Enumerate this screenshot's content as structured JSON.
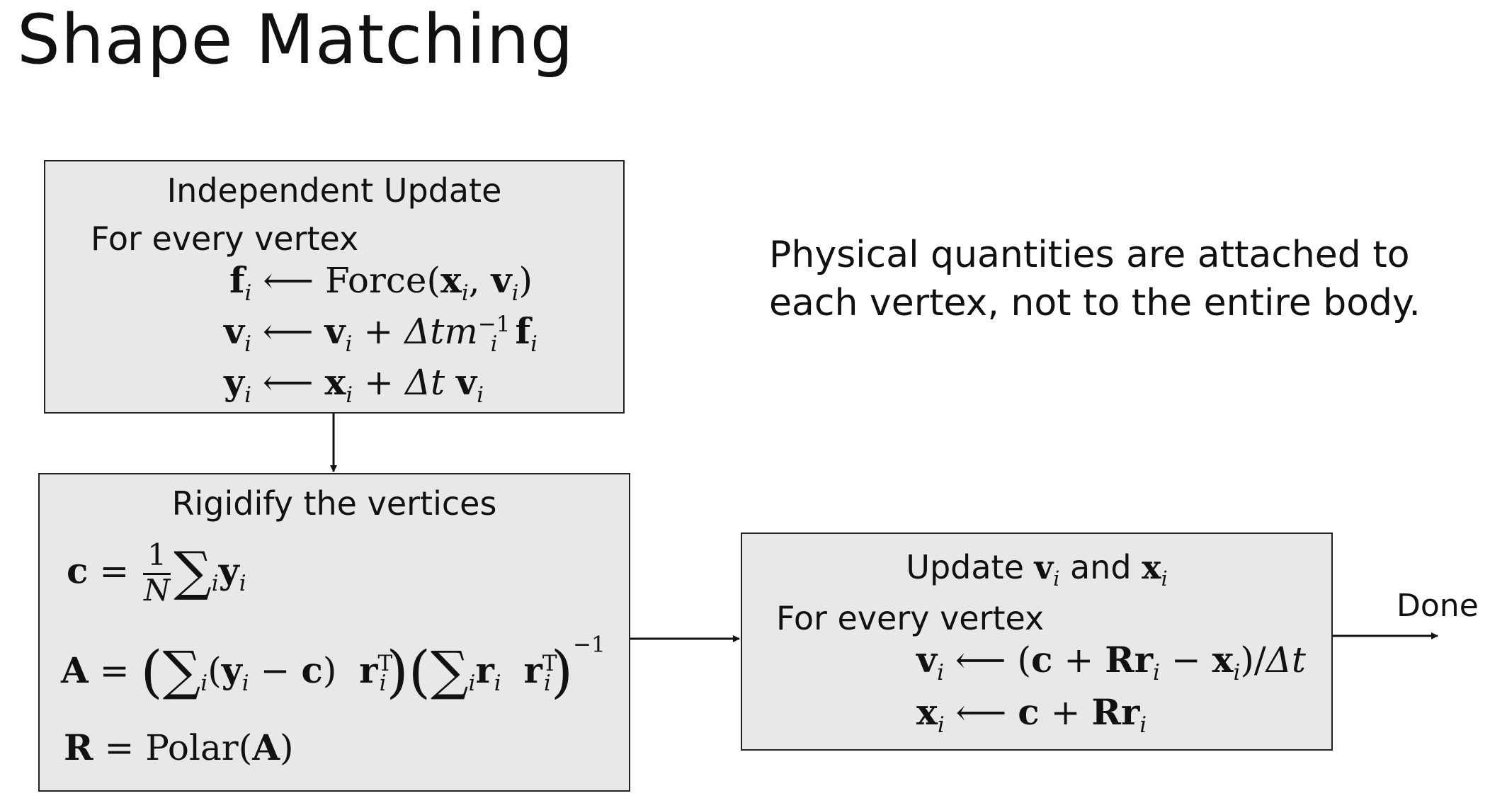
{
  "title": "Shape Matching",
  "note": "Physical quantities are attached to each vertex, not to the entire body.",
  "done_label": "Done",
  "boxes": {
    "independent": {
      "heading": "Independent Update",
      "subheading": "For every vertex",
      "eq1": {
        "lhs": "f",
        "sub": "i",
        "op": "⟵",
        "fn": "Force(",
        "a": "x",
        "a_sub": "i",
        "b": "v",
        "b_sub": "i",
        "close": ")"
      },
      "eq2": {
        "lhs": "v",
        "sub": "i",
        "op": "⟵",
        "t1": "v",
        "t1_sub": "i",
        "plus": "+",
        "dt": "Δt",
        "m": "m",
        "m_sub": "i",
        "m_sup": "−1",
        "f": "f",
        "f_sub": "i"
      },
      "eq3": {
        "lhs": "y",
        "sub": "i",
        "op": "⟵",
        "t1": "x",
        "t1_sub": "i",
        "plus": "+",
        "dt": "Δt",
        "t2": "v",
        "t2_sub": "i"
      }
    },
    "rigidify": {
      "heading": "Rigidify the vertices",
      "eq1": {
        "lhs": "c",
        "eq": "=",
        "num": "1",
        "den": "N",
        "sigma": "∑",
        "sigma_sub": "i",
        "term": "y",
        "term_sub": "i"
      },
      "eq2": {
        "lhs": "A",
        "eq": "=",
        "sigma": "∑",
        "sigma_sub": "i",
        "y": "y",
        "y_sub": "i",
        "minus": "−",
        "c": "c",
        "r": "r",
        "r_sub": "i",
        "r_sup": "T",
        "inv": "−1"
      },
      "eq3": {
        "lhs": "R",
        "eq": "=",
        "fn": "Polar(",
        "arg": "A",
        "close": ")"
      }
    },
    "update": {
      "heading_pre": "Update ",
      "heading_v": "v",
      "heading_v_sub": "i",
      "heading_and": " and ",
      "heading_x": "x",
      "heading_x_sub": "i",
      "subheading": "For every vertex",
      "eq1": {
        "lhs": "v",
        "sub": "i",
        "op": "⟵",
        "c": "c",
        "R": "R",
        "r": "r",
        "r_sub": "i",
        "x": "x",
        "x_sub": "i",
        "dt": "Δt"
      },
      "eq2": {
        "lhs": "x",
        "sub": "i",
        "op": "⟵",
        "c": "c",
        "R": "R",
        "r": "r",
        "r_sub": "i"
      }
    }
  }
}
